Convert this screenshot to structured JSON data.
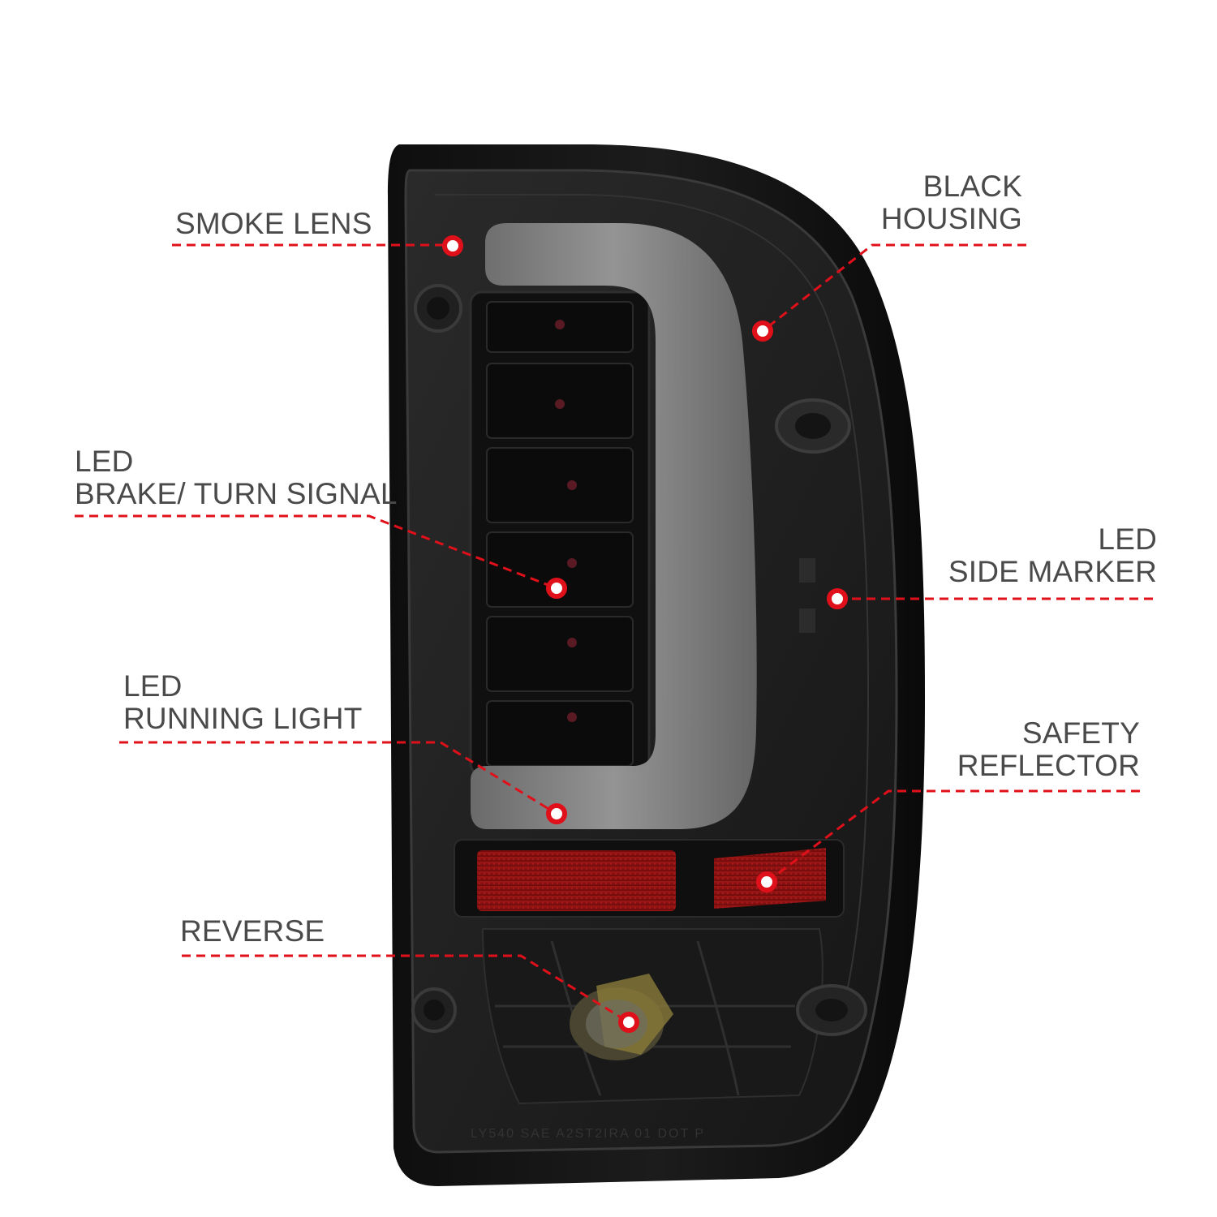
{
  "colors": {
    "background": "#ffffff",
    "label_text": "#4a4a4a",
    "leader_line": "#e0101a",
    "marker_fill": "#ffffff",
    "marker_ring": "#e0101a",
    "housing": "#141414",
    "lens": "#262626",
    "light_bar": "#8f8f8f",
    "reflector": "#8a1010"
  },
  "product": {
    "lens_molding": "LY540 SAE A2ST2IRA 01 DOT P"
  },
  "callouts": [
    {
      "id": "smoke-lens",
      "lines": [
        "SMOKE LENS"
      ]
    },
    {
      "id": "black-housing",
      "lines": [
        "BLACK",
        "HOUSING"
      ]
    },
    {
      "id": "led-brake-turn-signal",
      "lines": [
        "LED",
        "BRAKE/ TURN SIGNAL"
      ]
    },
    {
      "id": "led-side-marker",
      "lines": [
        "LED",
        "SIDE MARKER"
      ]
    },
    {
      "id": "led-running-light",
      "lines": [
        "LED",
        "RUNNING LIGHT"
      ]
    },
    {
      "id": "safety-reflector",
      "lines": [
        "SAFETY",
        "REFLECTOR"
      ]
    },
    {
      "id": "reverse",
      "lines": [
        "REVERSE"
      ]
    }
  ]
}
